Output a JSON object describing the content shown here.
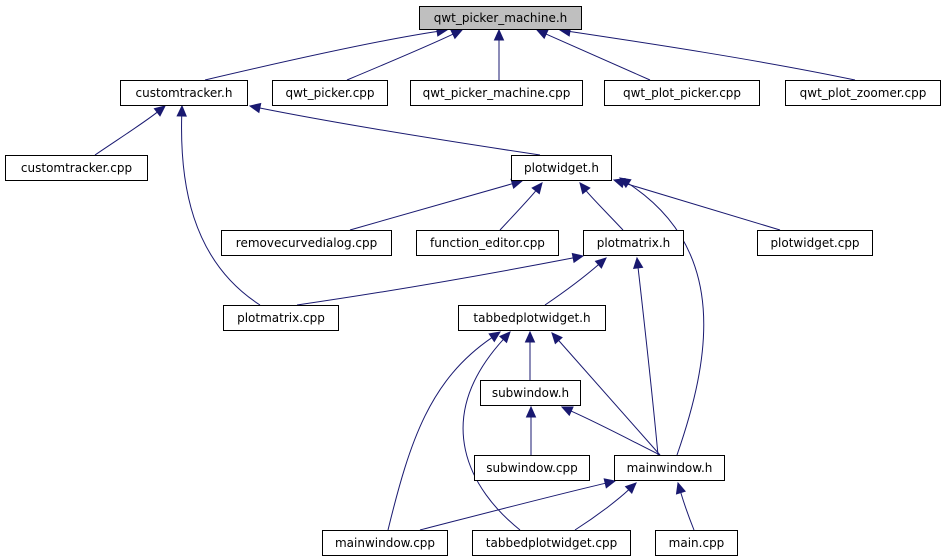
{
  "title": "qwt_picker_machine.h",
  "colors": {
    "edge": "#191970",
    "root_fill": "#bfbfbf",
    "node_fill": "#ffffff",
    "node_border": "#000000"
  },
  "nodes": [
    {
      "id": "qwt_picker_machine_h",
      "label": "qwt_picker_machine.h",
      "root": true
    },
    {
      "id": "customtracker_h",
      "label": "customtracker.h"
    },
    {
      "id": "qwt_picker_cpp",
      "label": "qwt_picker.cpp"
    },
    {
      "id": "qwt_picker_machine_cpp",
      "label": "qwt_picker_machine.cpp"
    },
    {
      "id": "qwt_plot_picker_cpp",
      "label": "qwt_plot_picker.cpp"
    },
    {
      "id": "qwt_plot_zoomer_cpp",
      "label": "qwt_plot_zoomer.cpp"
    },
    {
      "id": "customtracker_cpp",
      "label": "customtracker.cpp"
    },
    {
      "id": "plotwidget_h",
      "label": "plotwidget.h"
    },
    {
      "id": "removecurvedialog_cpp",
      "label": "removecurvedialog.cpp"
    },
    {
      "id": "function_editor_cpp",
      "label": "function_editor.cpp"
    },
    {
      "id": "plotmatrix_h",
      "label": "plotmatrix.h"
    },
    {
      "id": "plotwidget_cpp",
      "label": "plotwidget.cpp"
    },
    {
      "id": "plotmatrix_cpp",
      "label": "plotmatrix.cpp"
    },
    {
      "id": "tabbedplotwidget_h",
      "label": "tabbedplotwidget.h"
    },
    {
      "id": "subwindow_h",
      "label": "subwindow.h"
    },
    {
      "id": "subwindow_cpp",
      "label": "subwindow.cpp"
    },
    {
      "id": "mainwindow_h",
      "label": "mainwindow.h"
    },
    {
      "id": "mainwindow_cpp",
      "label": "mainwindow.cpp"
    },
    {
      "id": "tabbedplotwidget_cpp",
      "label": "tabbedplotwidget.cpp"
    },
    {
      "id": "main_cpp",
      "label": "main.cpp"
    }
  ],
  "edges": [
    {
      "from": "customtracker_h",
      "to": "qwt_picker_machine_h"
    },
    {
      "from": "qwt_picker_cpp",
      "to": "qwt_picker_machine_h"
    },
    {
      "from": "qwt_picker_machine_cpp",
      "to": "qwt_picker_machine_h"
    },
    {
      "from": "qwt_plot_picker_cpp",
      "to": "qwt_picker_machine_h"
    },
    {
      "from": "qwt_plot_zoomer_cpp",
      "to": "qwt_picker_machine_h"
    },
    {
      "from": "customtracker_cpp",
      "to": "customtracker_h"
    },
    {
      "from": "plotmatrix_cpp",
      "to": "customtracker_h"
    },
    {
      "from": "plotwidget_h",
      "to": "customtracker_h"
    },
    {
      "from": "removecurvedialog_cpp",
      "to": "plotwidget_h"
    },
    {
      "from": "function_editor_cpp",
      "to": "plotwidget_h"
    },
    {
      "from": "plotmatrix_h",
      "to": "plotwidget_h"
    },
    {
      "from": "plotwidget_cpp",
      "to": "plotwidget_h"
    },
    {
      "from": "mainwindow_h",
      "to": "plotwidget_h"
    },
    {
      "from": "plotmatrix_cpp",
      "to": "plotmatrix_h"
    },
    {
      "from": "tabbedplotwidget_h",
      "to": "plotmatrix_h"
    },
    {
      "from": "mainwindow_h",
      "to": "plotmatrix_h"
    },
    {
      "from": "subwindow_h",
      "to": "tabbedplotwidget_h"
    },
    {
      "from": "mainwindow_h",
      "to": "tabbedplotwidget_h"
    },
    {
      "from": "mainwindow_cpp",
      "to": "tabbedplotwidget_h"
    },
    {
      "from": "tabbedplotwidget_cpp",
      "to": "tabbedplotwidget_h"
    },
    {
      "from": "subwindow_cpp",
      "to": "subwindow_h"
    },
    {
      "from": "mainwindow_h",
      "to": "subwindow_h"
    },
    {
      "from": "mainwindow_cpp",
      "to": "mainwindow_h"
    },
    {
      "from": "tabbedplotwidget_cpp",
      "to": "mainwindow_h"
    },
    {
      "from": "main_cpp",
      "to": "mainwindow_h"
    }
  ]
}
